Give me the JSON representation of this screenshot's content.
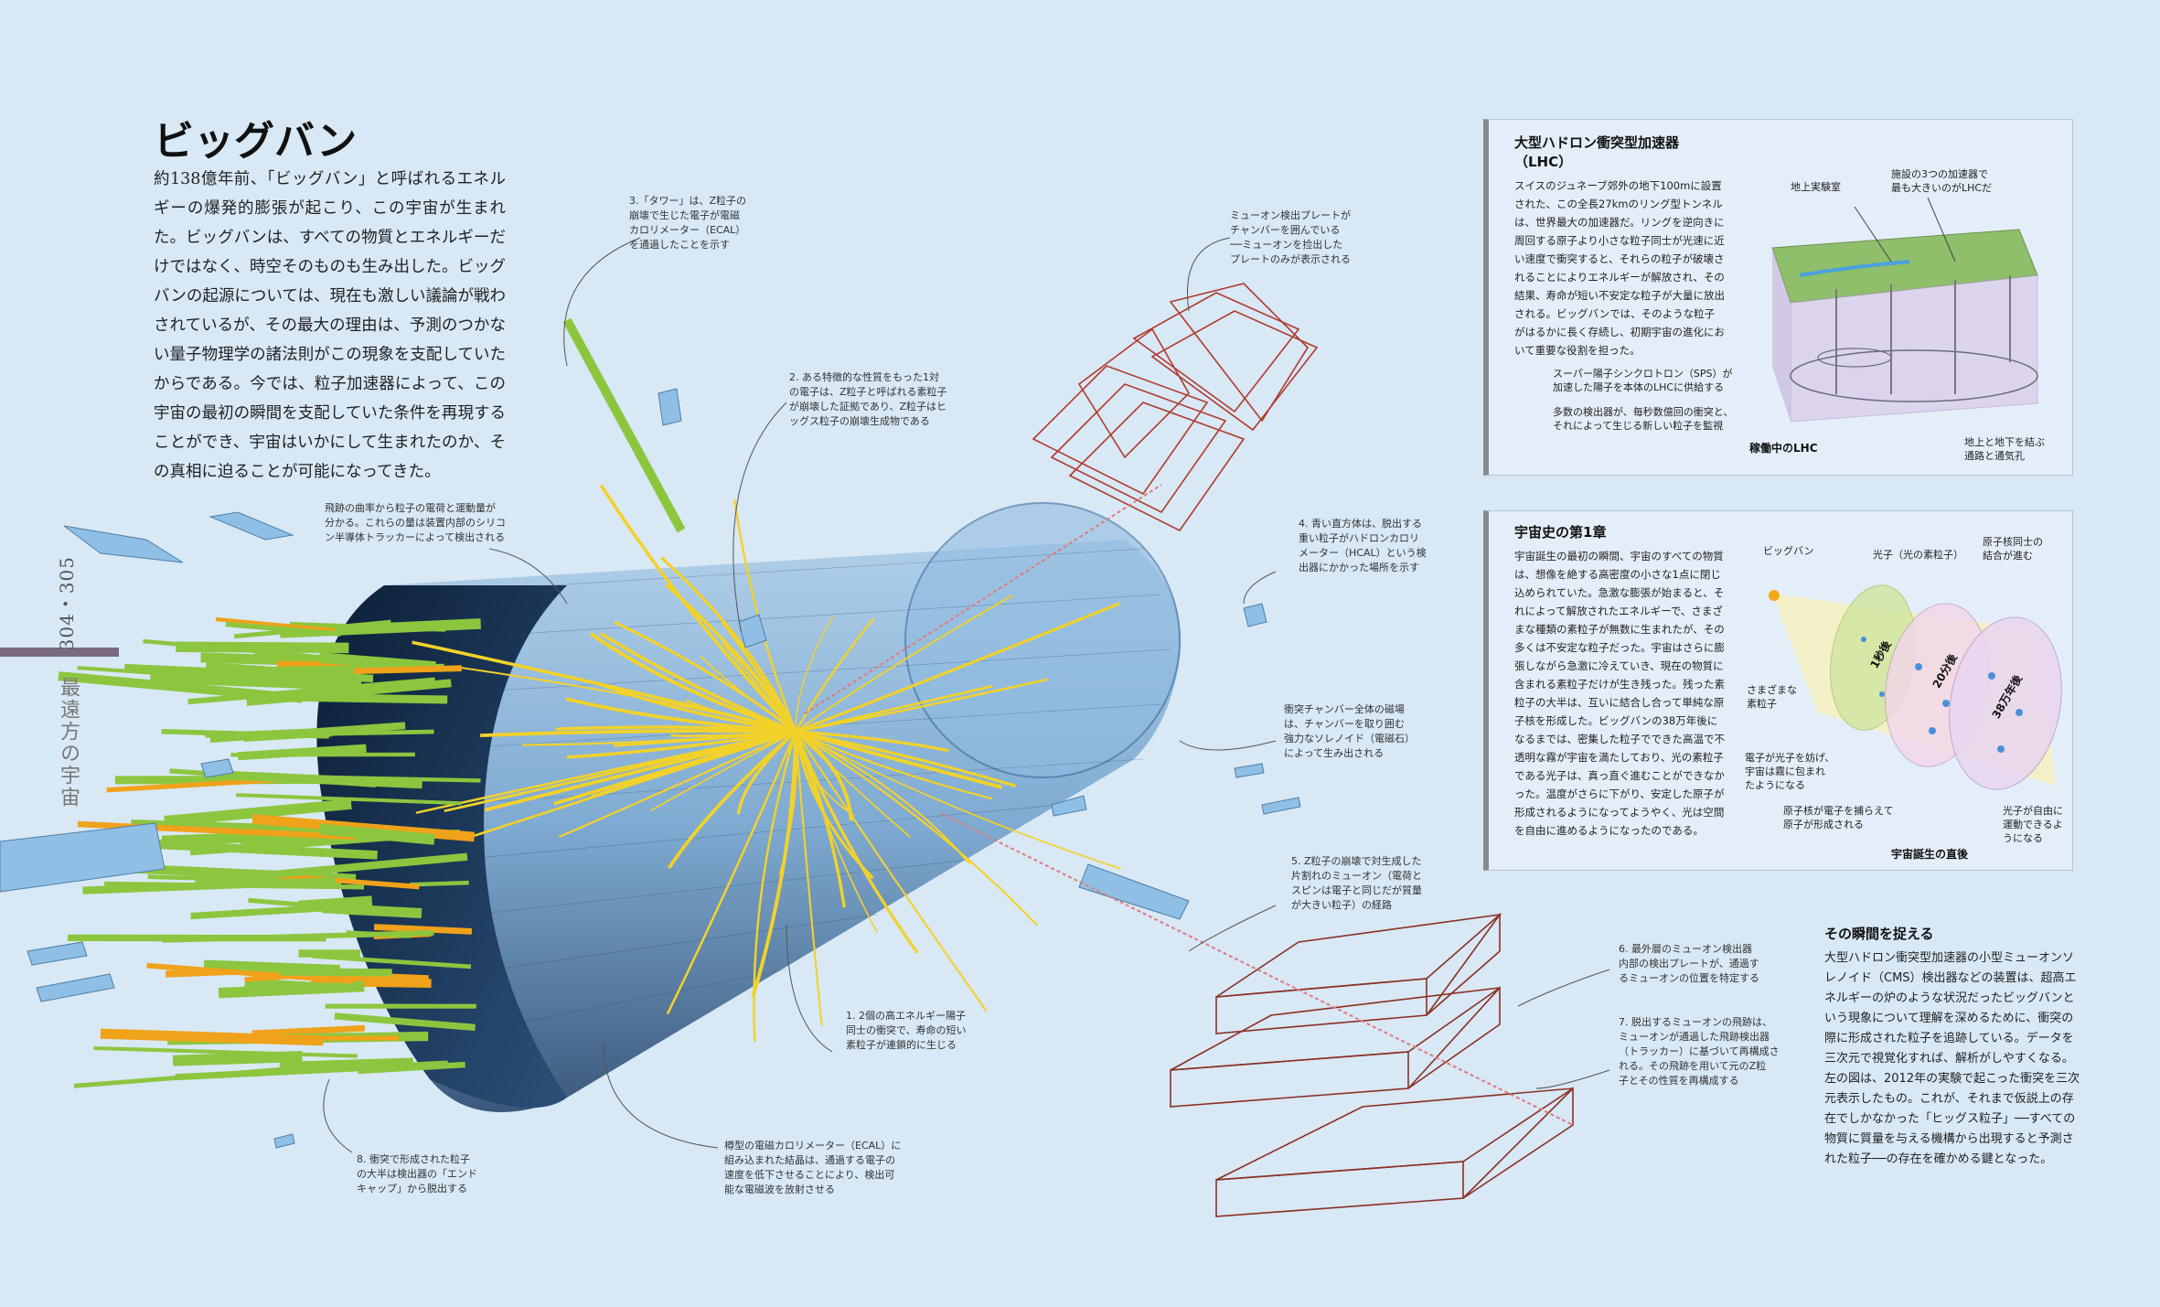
{
  "header": {
    "title": "ビッグバン",
    "intro": "約138億年前、「ビッグバン」と呼ばれるエネルギーの爆発的膨張が起こり、この宇宙が生まれた。ビッグバンは、すべての物質とエネルギーだけではなく、時空そのものも生み出した。ビッグバンの起源については、現在も激しい議論が戦わされているが、その最大の理由は、予測のつかない量子物理学の諸法則がこの現象を支配していたからである。今では、粒子加速器によって、この宇宙の最初の瞬間を支配していた条件を再現することができ、宇宙はいかにして生まれたのか、その真相に迫ることが可能になってきた。"
  },
  "sidebar": {
    "page_numbers": "304・305",
    "section_title": "最遠方の宇宙"
  },
  "annotations": {
    "tower": "3.「タワー」は、Z粒子の\n崩壊で生じた電子が電磁\nカロリメーター（ECAL）\nを通過したことを示す",
    "muon_plate": "ミューオン検出プレートが\nチャンバーを囲んでいる\n──ミューオンを捡出した\nプレートのみが表示される",
    "electrons": "2. ある特徴的な性質をもった1対\nの電子は、Z粒子と呼ばれる素粒子\nが崩壊した証拠であり、Z粒子はヒ\nッグス粒子の崩壊生成物である",
    "tracker": "飛跡の曲率から粒子の電荷と運動量が\n分かる。これらの量は装置内部のシリコ\nン半導体トラッカーによって検出される",
    "hcal": "4. 青い直方体は、脱出する\n重い粒子がハドロンカロリ\nメーター（HCAL）という検\n出器にかかった場所を示す",
    "magnet": "衝突チャンバー全体の磁場\nは、チャンバーを取り囲む\n強力なソレノイド（電磁石）\nによって生み出される",
    "muon_path": "5. Z粒子の崩壊で対生成した\n片割れのミューオン（電荷と\nスピンは電子と同じだが質量\nが大きい粒子）の経路",
    "collision": "1. 2個の高エネルギー陽子\n同士の衝突で、寿命の短い\n素粒子が連鎖的に生じる",
    "outer_muon": "6. 最外層のミューオン検出器\n内部の検出プレートが、通過す\nるミューオンの位置を特定する",
    "escaping_muon": "7. 脱出するミューオンの飛跡は、\nミューオンが通過した飛跡検出器\n（トラッカー）に基づいて再構成さ\nれる。その飛跡を用いて元のZ粒\n子とその性質を再構成する",
    "endcap": "8. 衝突で形成された粒子\nの大半は検出器の「エンド\nキャップ」から脱出する",
    "ecal": "樽型の電磁カロリメーター（ECAL）に\n組み込まれた結晶は、通過する電子の\n速度を低下させることにより、検出可\n能な電磁波を放射させる"
  },
  "lhc_box": {
    "title": "大型ハドロン衝突型加速器（LHC）",
    "text": "スイスのジュネーブ郊外の地下100mに設置された、この全長27kmのリング型トンネルは、世界最大の加速器だ。リングを逆向きに周回する原子より小さな粒子同士が光速に近い速度で衝突すると、それらの粒子が破壊されることによりエネルギーが解放され、その結果、寿命が短い不安定な粒子が大量に放出される。ビッグバンでは、そのような粒子がはるかに長く存続し、初期宇宙の進化において重要な役割を担った。",
    "labels": {
      "surface_lab": "地上実験室",
      "largest": "施設の3つの加速器で\n最も大きいのがLHCだ",
      "sps": "スーパー陽子シンクロトロン（SPS）が\n加速した陽子を本体のLHCに供給する",
      "detectors": "多数の検出器が、毎秒数億回の衝突と、\nそれによって生じる新しい粒子を監視",
      "shafts": "地上と地下を結ぶ\n通路と通気孔",
      "caption": "稼働中のLHC"
    }
  },
  "history_box": {
    "title": "宇宙史の第1章",
    "text": "宇宙誕生の最初の瞬間、宇宙のすべての物質は、想像を絶する高密度の小さな1点に閉じ込められていた。急激な膨張が始まると、それによって解放されたエネルギーで、さまざまな種類の素粒子が無数に生まれたが、その多くは不安定な粒子だった。宇宙はさらに膨張しながら急激に冷えていき、現在の物質に含まれる素粒子だけが生き残った。残った素粒子の大半は、互いに結合し合って単純な原子核を形成した。ビッグバンの38万年後になるまでは、密集した粒子でできた高温で不透明な霧が宇宙を満たしており、光の素粒子である光子は、真っ直ぐ進むことができなかった。温度がさらに下がり、安定した原子が形成されるようになってようやく、光は空間を自由に進めるようになったのである。",
    "labels": {
      "big_bang": "ビッグバン",
      "photon": "光子（光の素粒子）",
      "nuclei": "原子核同士の\n結合が進む",
      "particles": "さまざまな\n素粒子",
      "one_sec": "1秒後",
      "twenty_min": "20分後",
      "y380k": "38万年後",
      "electrons_bound": "電子が光子を妨げ、\n宇宙は霧に包まれ\nたようになる",
      "atoms": "原子核が電子を捕らえて\n原子が形成される",
      "free_photons": "光子が自由に\n運動できるよ\nうになる",
      "caption": "宇宙誕生の直後"
    }
  },
  "moment": {
    "title": "その瞬間を捉える",
    "text": "大型ハドロン衝突型加速器の小型ミューオンソレノイド（CMS）検出器などの装置は、超高エネルギーの炉のような状況だったビッグバンという現象について理解を深めるために、衝突の際に形成された粒子を追跡している。データを三次元で視覚化すれば、解析がしやすくなる。左の図は、2012年の実験で起こった衝突を三次元表示したもの。これが、それまで仮説上の存在でしかなかった「ヒッグス粒子」──すべての物質に質量を与える機構から出現すると予測された粒子──の存在を確かめる鍵となった。"
  },
  "colors": {
    "background": "#d8e8f5",
    "detector_blue": "#7fb2da",
    "track_yellow": "#f2d22a",
    "tower_green": "#8cc63f",
    "tower_orange": "#f0a21a",
    "muon_red": "#b03a2e"
  }
}
